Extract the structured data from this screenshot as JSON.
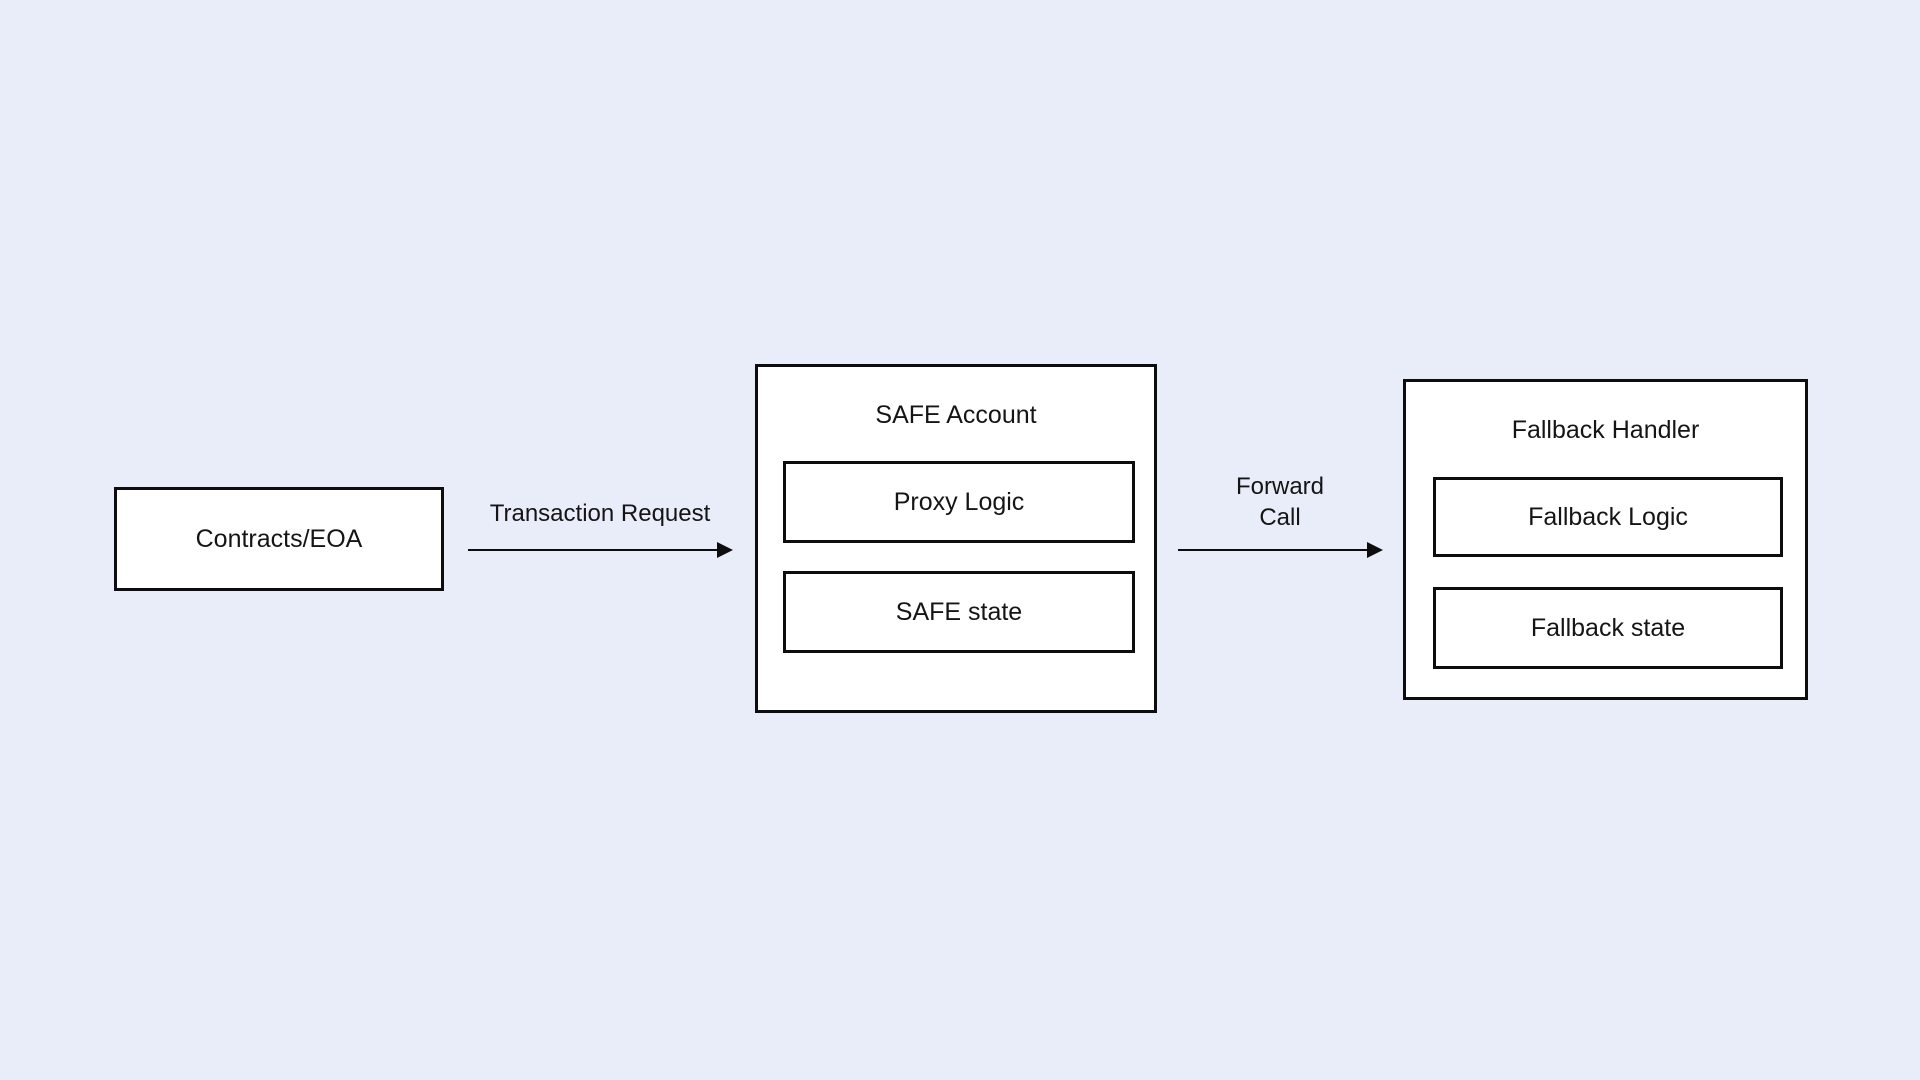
{
  "diagram": {
    "background_color": "#E9EDF9",
    "box_fill": "#FFFFFF",
    "border_color": "#0D0D0D",
    "text_color": "#151515",
    "nodes": {
      "contracts": {
        "label": "Contracts/EOA"
      },
      "safe_account": {
        "title": "SAFE Account",
        "children": [
          {
            "label": "Proxy Logic"
          },
          {
            "label": "SAFE state"
          }
        ]
      },
      "fallback_handler": {
        "title": "Fallback Handler",
        "children": [
          {
            "label": "Fallback Logic"
          },
          {
            "label": "Fallback state"
          }
        ]
      }
    },
    "arrows": [
      {
        "from": "contracts",
        "to": "safe_account",
        "label": "Transaction Request",
        "direction": "right"
      },
      {
        "from": "safe_account",
        "to": "fallback_handler",
        "label": "Forward\nCall",
        "direction": "right"
      }
    ]
  }
}
